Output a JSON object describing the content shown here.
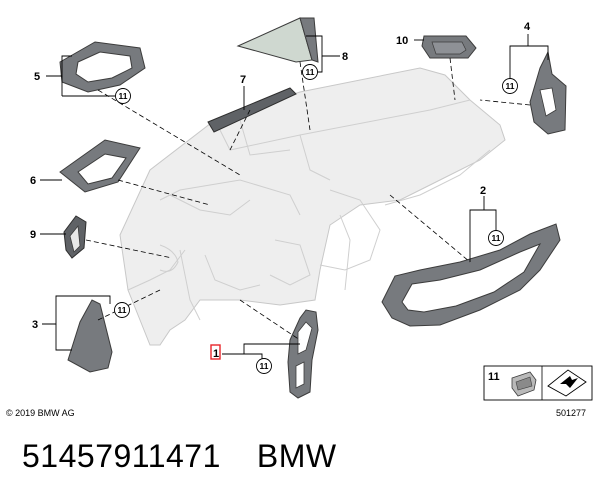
{
  "callouts": [
    {
      "id": "1",
      "label": "1",
      "highlighted": true
    },
    {
      "id": "2",
      "label": "2"
    },
    {
      "id": "3",
      "label": "3"
    },
    {
      "id": "4",
      "label": "4"
    },
    {
      "id": "5",
      "label": "5"
    },
    {
      "id": "6",
      "label": "6"
    },
    {
      "id": "7",
      "label": "7"
    },
    {
      "id": "8",
      "label": "8"
    },
    {
      "id": "9",
      "label": "9"
    },
    {
      "id": "10",
      "label": "10"
    },
    {
      "id": "11",
      "label": "11"
    }
  ],
  "sub_part_ref": "11",
  "copyright": "© 2019 BMW AG",
  "diagram_number": "501277",
  "footer": {
    "part_number": "51457911471",
    "brand": "BMW"
  },
  "colors": {
    "highlight": "#e8252a",
    "part_gray": "#777a7e",
    "dashboard_ghost": "#eeeeee"
  }
}
